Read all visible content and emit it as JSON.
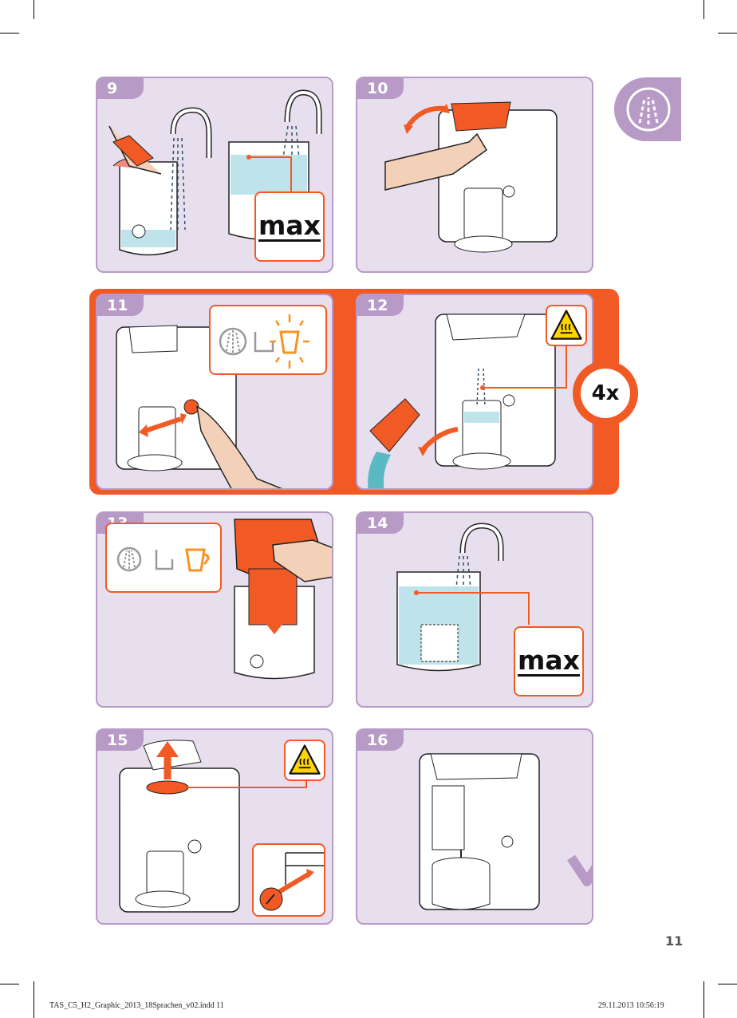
{
  "steps": [
    {
      "number": "9"
    },
    {
      "number": "10"
    },
    {
      "number": "11"
    },
    {
      "number": "12"
    },
    {
      "number": "13"
    },
    {
      "number": "14"
    },
    {
      "number": "15"
    },
    {
      "number": "16"
    }
  ],
  "labels": {
    "max_9": "max",
    "max_14": "max",
    "repeat": "4x"
  },
  "page_number": "11",
  "footer": {
    "file": "TAS_C5_H2_Graphic_2013_18Sprachen_v02.indd   11",
    "datetime": "29.11.2013   10:56:19"
  },
  "icons": {
    "section": "steam-clean-icon",
    "warning": "hot-surface-warning-icon",
    "check": "checkmark-icon"
  },
  "colors": {
    "panel_bg": "#e8dfee",
    "panel_border": "#b79ac6",
    "accent": "#f15a24",
    "water": "#bfe3ea"
  }
}
